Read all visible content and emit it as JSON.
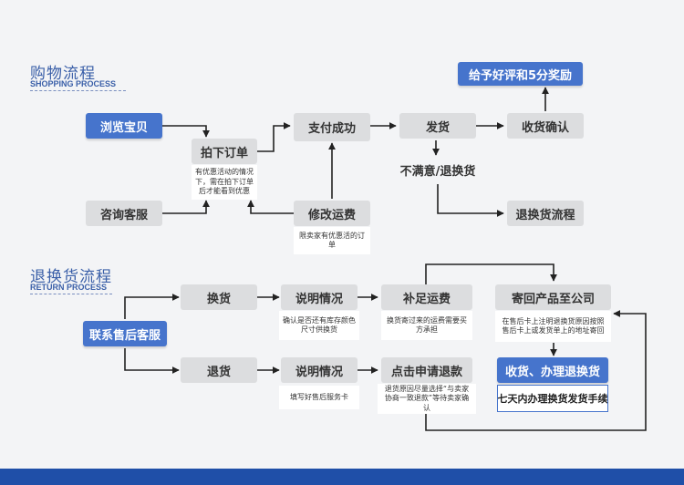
{
  "shopping": {
    "title": "购物流程",
    "subtitle": "SHOPPING PROCESS",
    "browse": "浏览宝贝",
    "place_order": "拍下订单",
    "place_order_note": "有优惠活动的情况下，需在拍下订单后才能看到优惠",
    "consult": "咨询客服",
    "pay": "支付成功",
    "modify_shipping": "修改运费",
    "modify_note": "限卖家有优惠活的订单",
    "ship": "发货",
    "receive": "收货确认",
    "reward": "给予好评和5分奖励",
    "unsatisfied": "不满意/退换货",
    "return_flow": "退换货流程"
  },
  "returns": {
    "title": "退换货流程",
    "subtitle": "RETURN PROCESS",
    "contact": "联系售后客服",
    "exchange": "换货",
    "refund": "退货",
    "explain": "说明情况",
    "exchange_note": "确认是否还有库存颜色尺寸供换货",
    "refund_note": "填写好售后服务卡",
    "top_up": "补足运费",
    "top_up_note": "换货寄过来的运费需要买方承担",
    "apply_refund": "点击申请退款",
    "apply_note": "退货原因尽量选择“与卖家协商一致退款”等待卖家确认",
    "send_back": "寄回产品至公司",
    "send_back_note": "在售后卡上注明退换货原因按照售后卡上或发货单上的地址寄回",
    "receive_process": "收货、办理退换货",
    "seven_days": "七天内办理换货发货手续"
  }
}
